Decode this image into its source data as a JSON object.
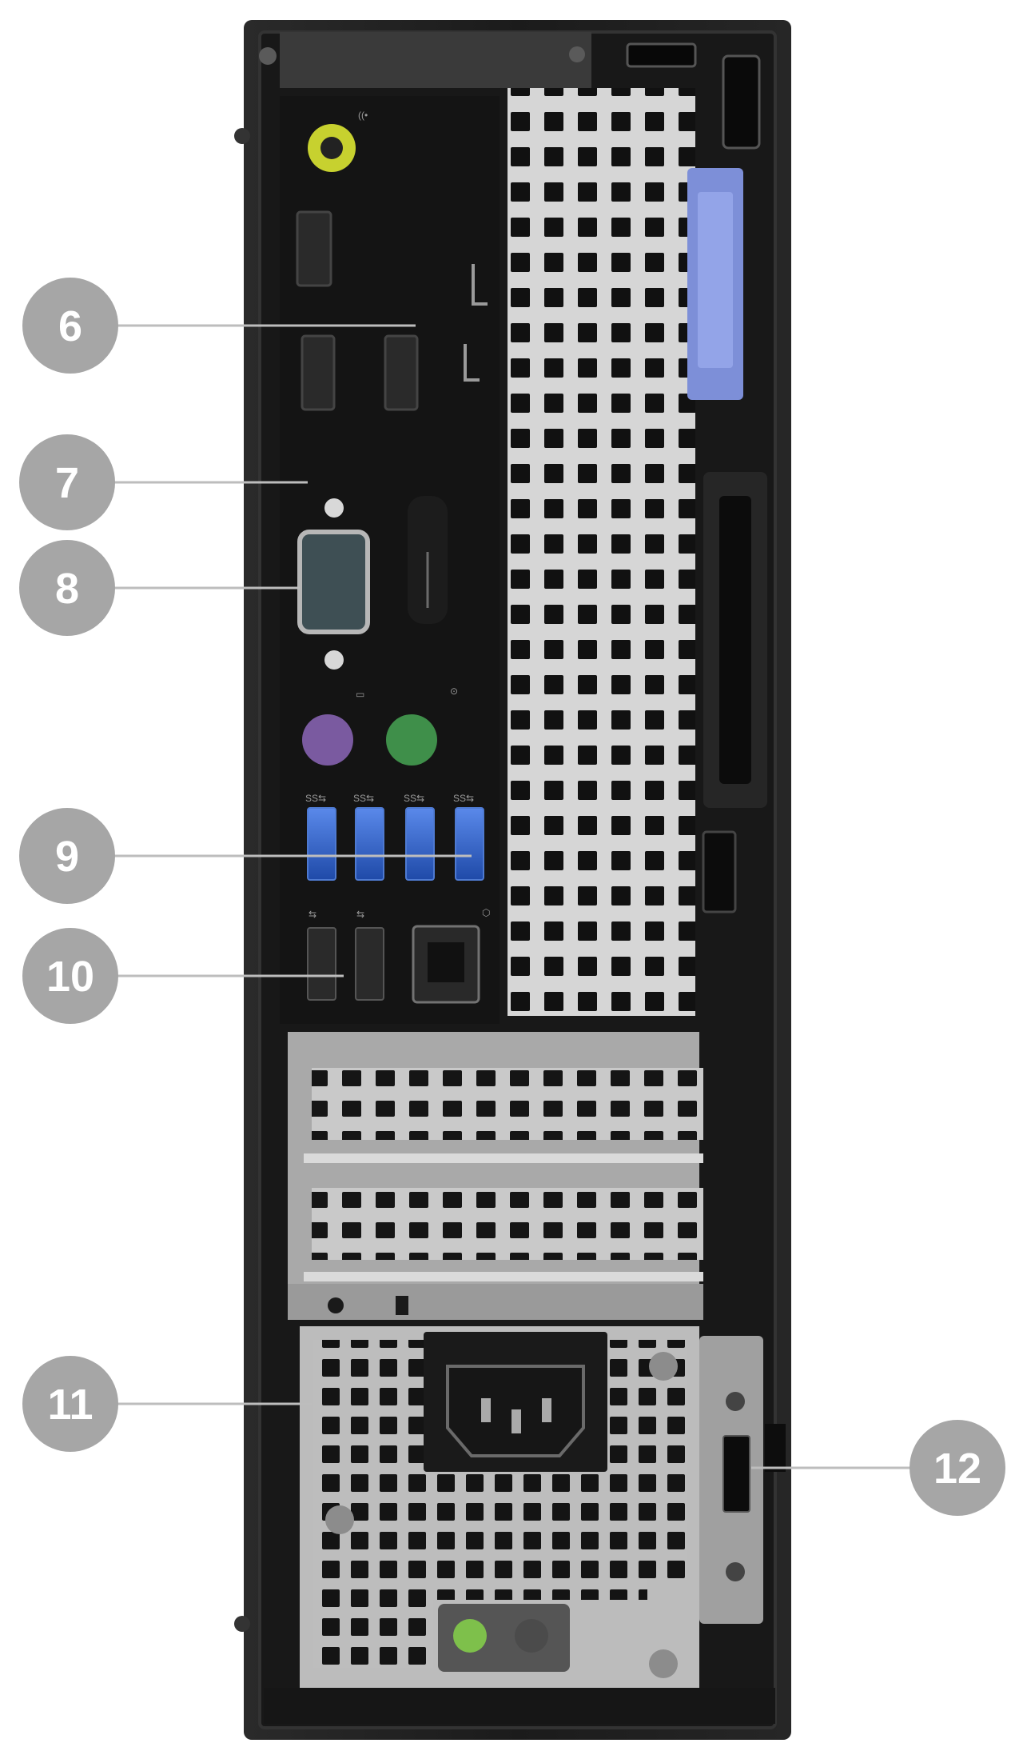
{
  "callouts": [
    {
      "label": "6",
      "meaning": "DisplayPort / HDMI video ports"
    },
    {
      "label": "7",
      "meaning": "Serial port label marker"
    },
    {
      "label": "8",
      "meaning": "Serial port"
    },
    {
      "label": "9",
      "meaning": "USB 3.0 ports"
    },
    {
      "label": "10",
      "meaning": "USB 2.0 ports / network"
    },
    {
      "label": "11",
      "meaning": "Power connector"
    },
    {
      "label": "12",
      "meaning": "Padlock / security slot"
    }
  ],
  "port_symbols": {
    "usb3": "SS⇆",
    "usb2": "⇆",
    "network": "⬡"
  },
  "colors": {
    "chassis": "#1f1f1f",
    "io_panel": "#151515",
    "vent_metal": "#cfcfcf",
    "vent_hole": "#111111",
    "usb3_blue": "#2f63c8",
    "ps2_keyboard": "#7a5aa0",
    "ps2_mouse": "#3f8f4a",
    "audio_lime": "#c7d12f",
    "callout_gray": "#a6a6a6",
    "release_latch_blue": "#7d8fd8"
  }
}
